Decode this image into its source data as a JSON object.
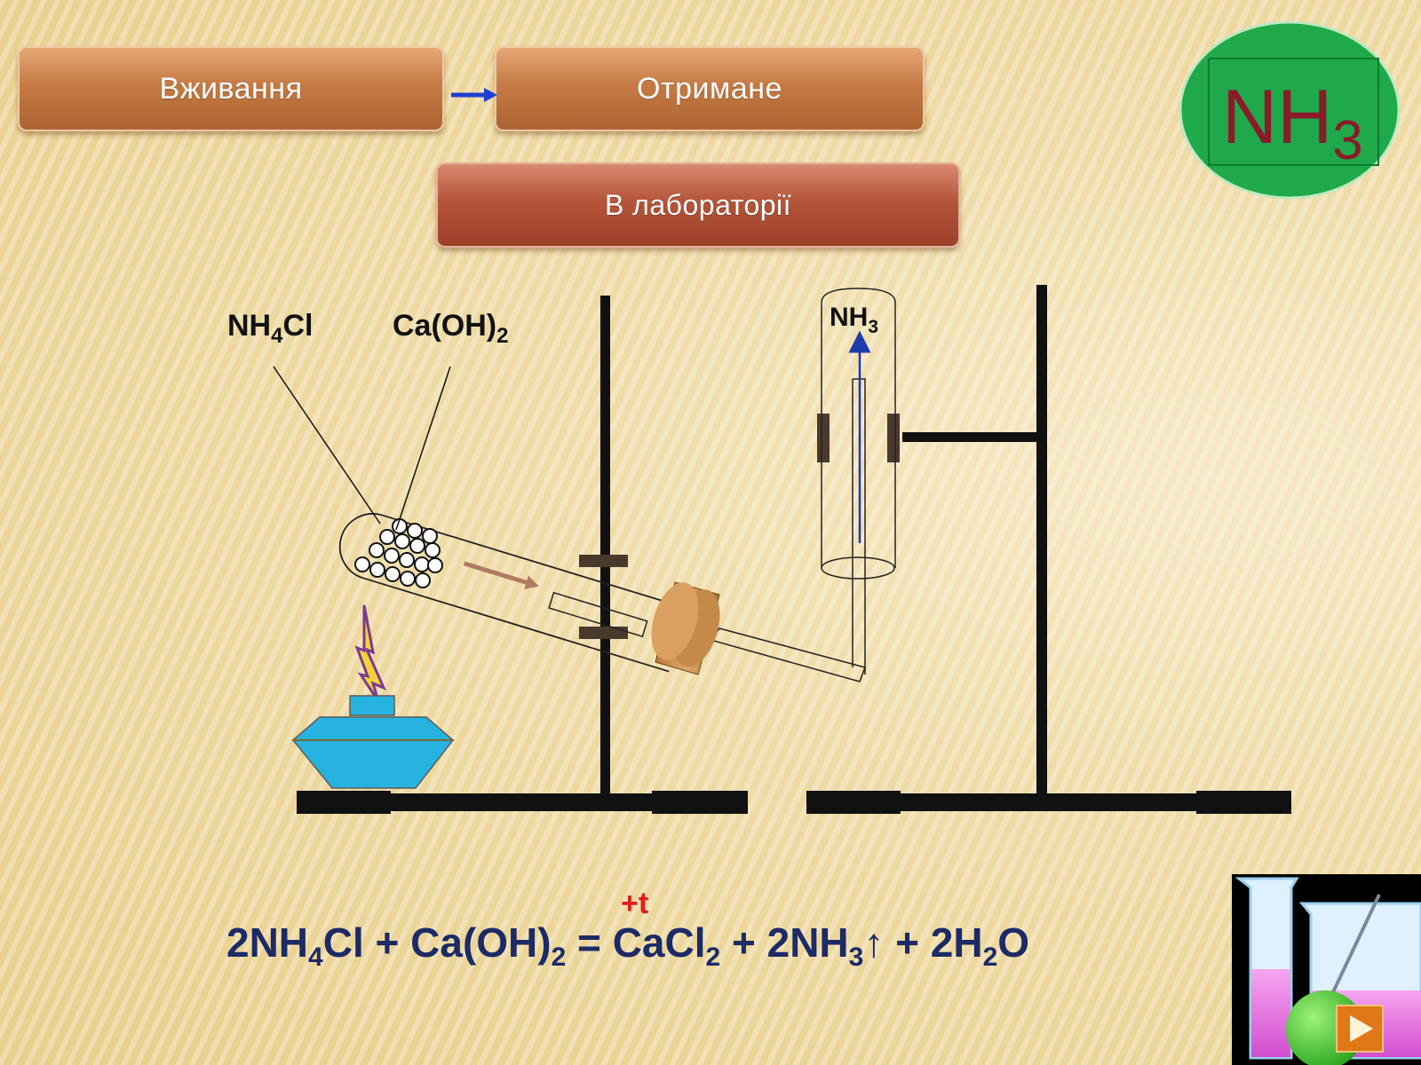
{
  "nav": {
    "usage_label": "Вживання",
    "obtained_label": "Отримане",
    "lab_label": "В лабораторії"
  },
  "badge": {
    "formula_main": "NH",
    "formula_sub": "3"
  },
  "labels": {
    "reagent1_main": "NH",
    "reagent1_sub": "4",
    "reagent1_tail": "Cl",
    "reagent2_main": "Ca(OH)",
    "reagent2_sub": "2",
    "gas_main": "NH",
    "gas_sub": "3"
  },
  "equation": {
    "coef1": "2NH",
    "sub1": "4",
    "p1": "Cl + Ca(OH)",
    "sub2": "2",
    "eq": " = CaCl",
    "sub3": "2",
    "p2": " + 2NH",
    "sub4": "3",
    "p3": "↑ + 2H",
    "sub5": "2",
    "p4": "O",
    "condition": "+t"
  },
  "colors": {
    "badge_fill": "#1fa94a",
    "badge_text": "#8b1a2b",
    "equation_text": "#1c2a66",
    "condition_text": "#e41b1b",
    "lamp_fill": "#27b3e0"
  }
}
